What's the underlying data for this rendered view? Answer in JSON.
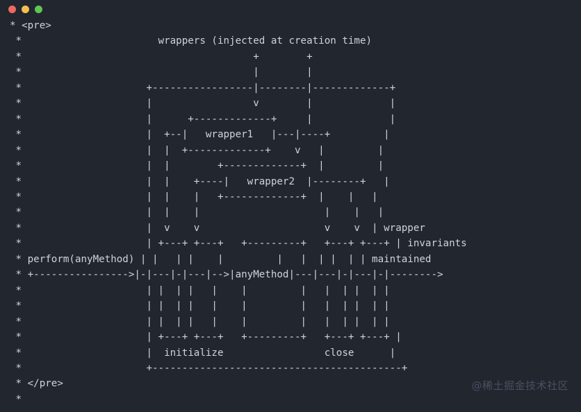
{
  "window": {
    "background_color": "#22262f",
    "text_color": "#ced3de",
    "traffic_lights": [
      {
        "name": "close",
        "color": "#ec6a5e"
      },
      {
        "name": "minimize",
        "color": "#f3bf4f"
      },
      {
        "name": "maximize",
        "color": "#61c554"
      }
    ]
  },
  "watermark": {
    "text": "@稀土掘金技术社区",
    "color": "#4a5060"
  },
  "code": {
    "language": "javadoc",
    "labels": {
      "pre_open": "<pre>",
      "pre_close": "</pre>",
      "caption": "wrappers (injected at creation time)",
      "wrapper1": "wrapper1",
      "wrapper2": "wrapper2",
      "any_method": "anyMethod",
      "perform_call": "perform(anyMethod)",
      "initialize": "initialize",
      "close": "close",
      "note_line1": "wrapper",
      "note_line2": "invariants",
      "note_line3": "maintained"
    },
    "lines": [
      "* <pre>",
      " *                      wrappers (injected at creation time)",
      " *                                 +         +",
      " *                                 |         |",
      " *             +-------------------|---------|--------------+",
      " *             |                   v         |              |",
      " *             |         +-------------+     |              |",
      " *             |  +--|     wrapper1    |---|----+           |",
      " *             |  |      +-------------+    v   |           |",
      " *             |  |         +-------------+     |           |",
      " *             |  |   +----|    wrapper2   |--------+       |",
      " *             |  |   |     +-------------+   |    |        |",
      " *             |  |   |                       |    |        |",
      " *             |  v   v                       v    v   | wrapper",
      " *             | +---+ +---+   +---------+  +---+ +---+ | invariants",
      " * perform(anyMethod) | |   | |    |    |   |  | |  | | | maintained",
      " * +---------------->|-|---|-|---|-->|anyMethod|---|---|-|---|-|-------->",
      " *             | |  | |   |    |    |   |  | |  | |",
      " *             | |  | |   |    |    |   |  | |  | |",
      " *             | |  | |   |    |    |   |  | |  | |",
      " *             | +---+ +---+   +---------+  +---+ +---+ |",
      " *             |  initialize                 close      |",
      " *             +------------------------------------------+",
      " * </pre>",
      " *"
    ]
  }
}
